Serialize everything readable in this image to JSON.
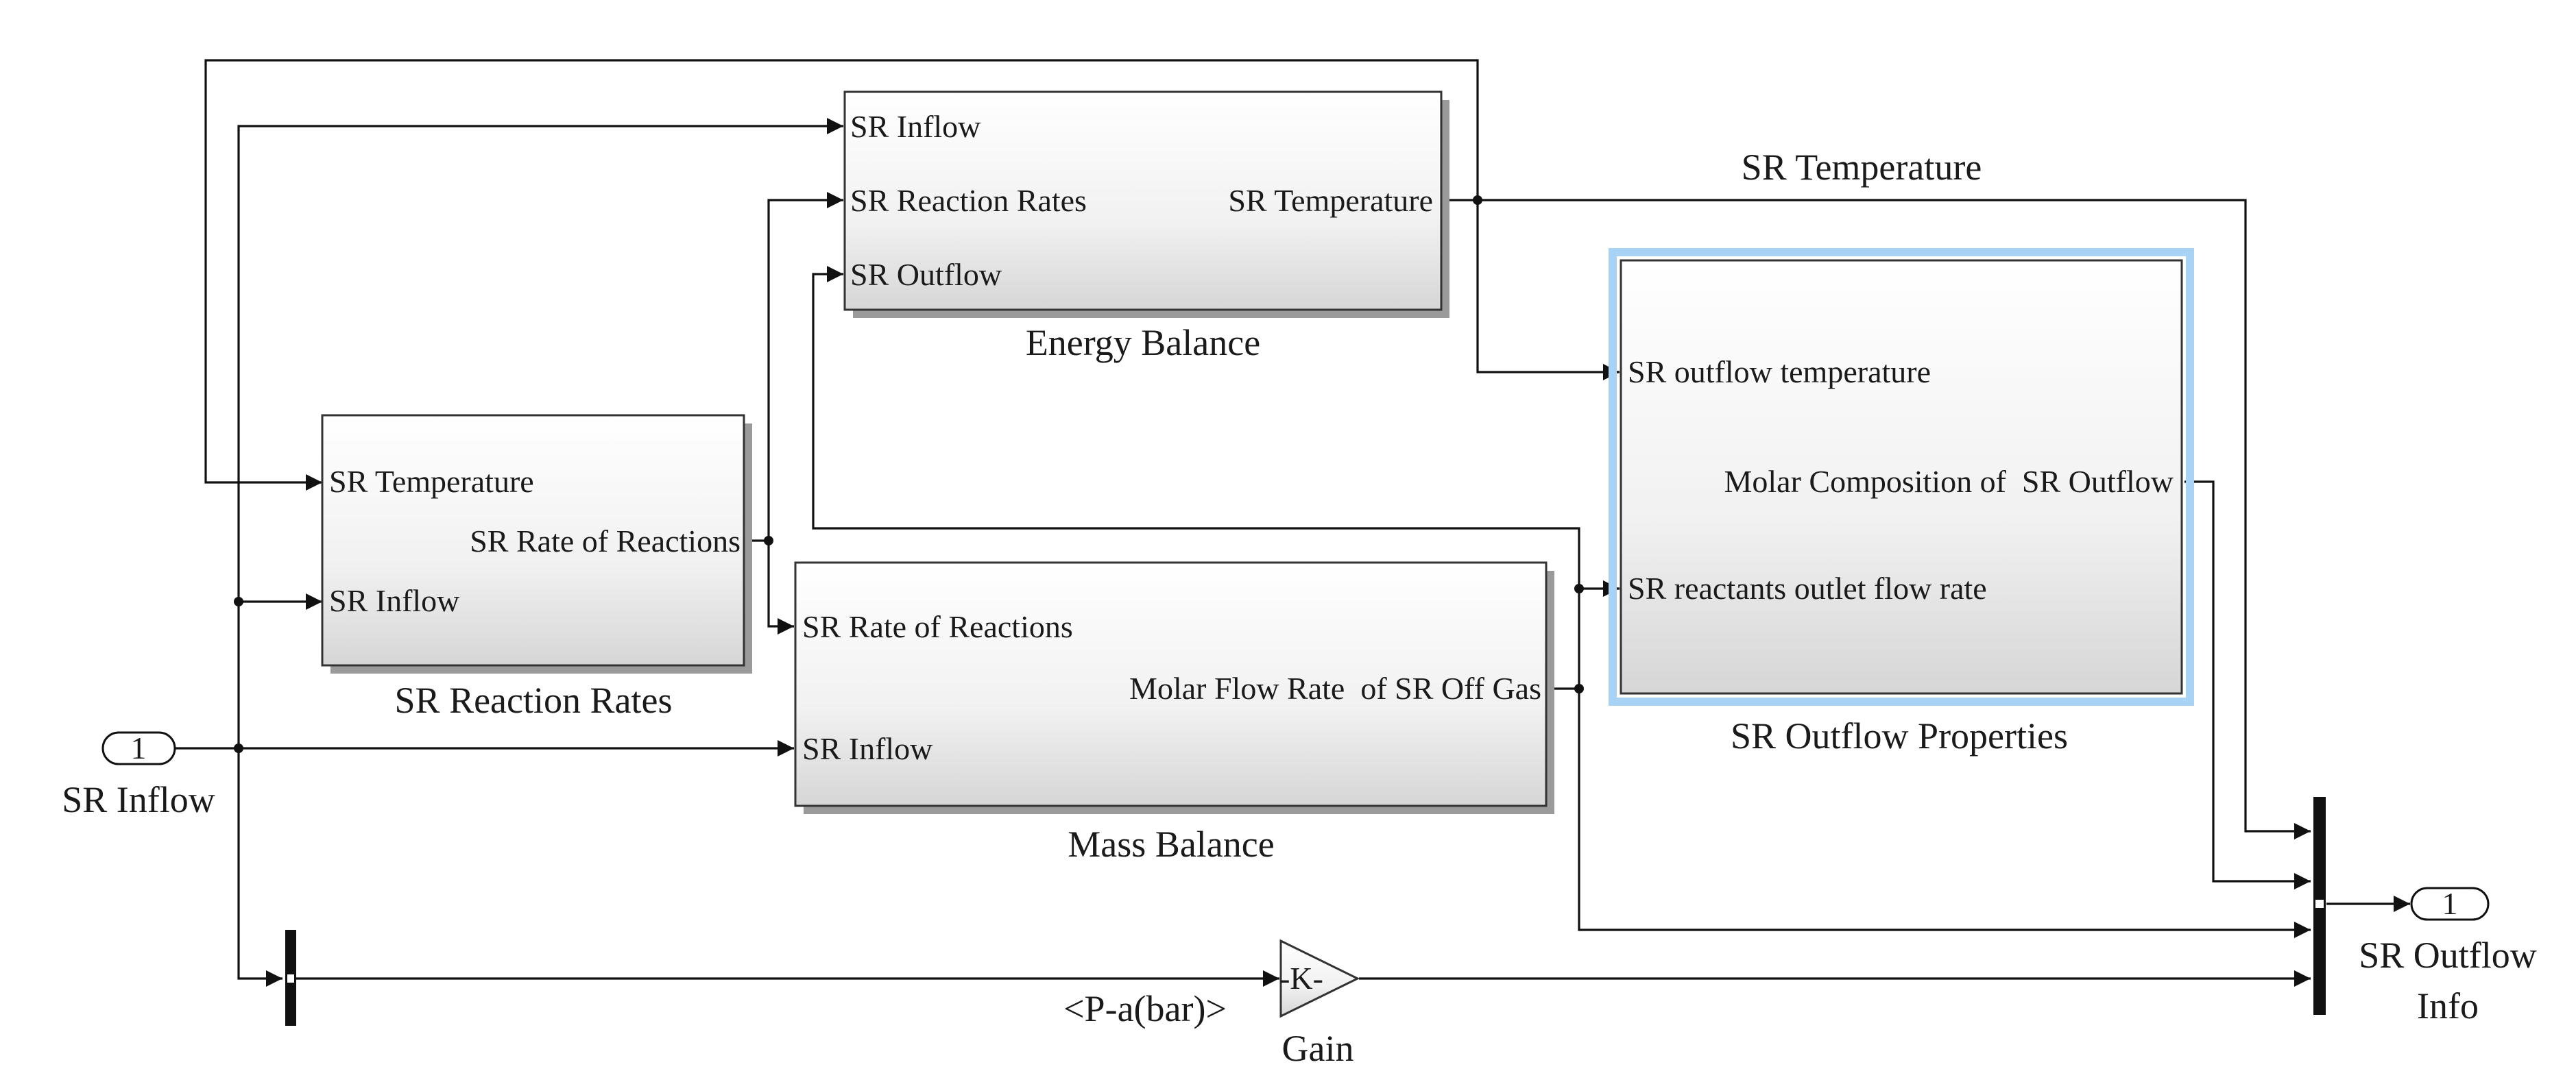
{
  "blocks": {
    "energy_balance": {
      "name": "Energy Balance",
      "inputs": [
        "SR Inflow",
        "SR Reaction Rates",
        "SR Outflow"
      ],
      "outputs": [
        "SR Temperature"
      ]
    },
    "reaction_rates": {
      "name": "SR Reaction Rates",
      "inputs": [
        "SR Temperature",
        "SR Inflow"
      ],
      "outputs": [
        "SR Rate of Reactions"
      ]
    },
    "mass_balance": {
      "name": "Mass Balance",
      "inputs": [
        "SR Rate of Reactions",
        "SR Inflow"
      ],
      "outputs": [
        "Molar Flow Rate  of SR Off Gas"
      ]
    },
    "outflow_properties": {
      "name": "SR Outflow Properties",
      "inputs": [
        "SR outflow temperature",
        "SR reactants outlet flow rate"
      ],
      "outputs": [
        "Molar Composition of  SR Outflow"
      ]
    },
    "gain": {
      "name": "Gain",
      "symbol": "-K-"
    },
    "inport": {
      "number": "1",
      "name": "SR Inflow"
    },
    "outport": {
      "number": "1",
      "name_line1": "SR Outflow",
      "name_line2": "Info"
    }
  },
  "signals": {
    "sr_temperature": "SR Temperature",
    "pressure": "<P-a(bar)>"
  },
  "colors": {
    "selection_highlight": "#a9d3f5",
    "block_fill_top": "#ffffff",
    "block_fill_bottom": "#d9d9d9",
    "wire": "#111111"
  }
}
